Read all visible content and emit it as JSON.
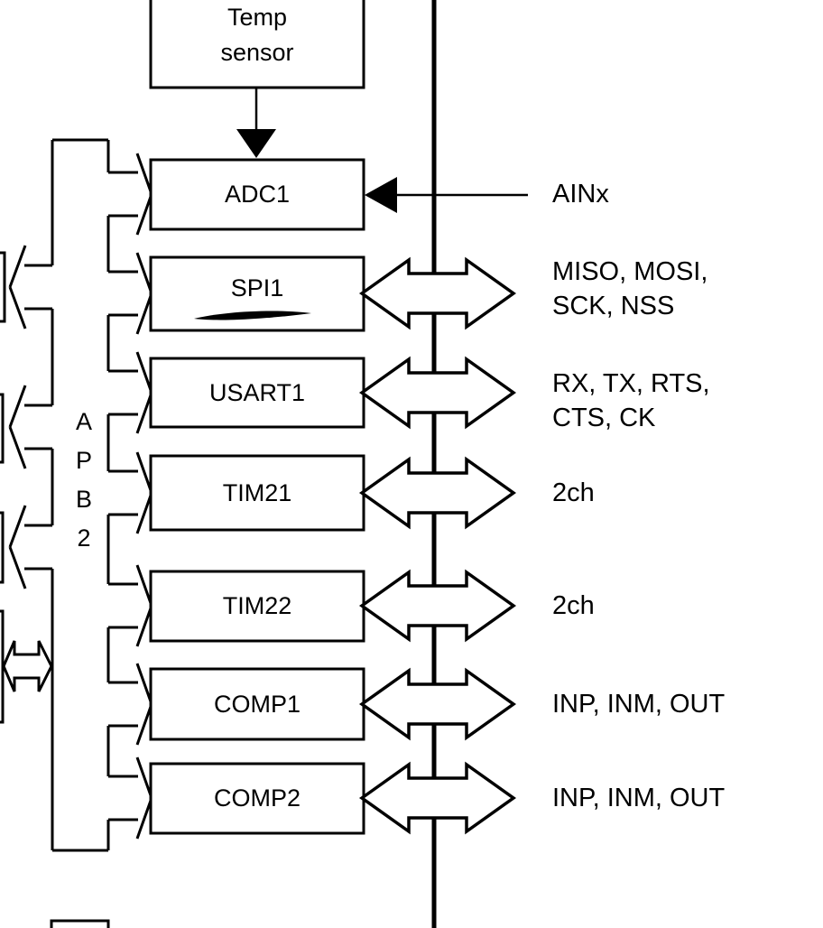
{
  "colors": {
    "line": "#000000",
    "background": "#ffffff"
  },
  "bus_left": {
    "label": "APB2"
  },
  "temp_sensor": {
    "line1": "Temp",
    "line2": "sensor"
  },
  "peripherals": [
    {
      "name": "ADC1",
      "connection": "input",
      "signals": [
        "AINx"
      ]
    },
    {
      "name": "SPI1",
      "connection": "bidirectional",
      "underlined": true,
      "signals": [
        "MISO, MOSI,",
        "SCK, NSS"
      ]
    },
    {
      "name": "USART1",
      "connection": "bidirectional",
      "signals": [
        "RX, TX, RTS,",
        "CTS, CK"
      ]
    },
    {
      "name": "TIM21",
      "connection": "bidirectional",
      "signals": [
        "2ch"
      ]
    },
    {
      "name": "TIM22",
      "connection": "bidirectional",
      "signals": [
        "2ch"
      ]
    },
    {
      "name": "COMP1",
      "connection": "bidirectional",
      "signals": [
        "INP, INM, OUT"
      ]
    },
    {
      "name": "COMP2",
      "connection": "bidirectional",
      "signals": [
        "INP, INM, OUT"
      ]
    }
  ],
  "icons": {
    "bidirectional_arrow": "fat double-headed horizontal arrow",
    "input_arrow": "thin left-pointing filled arrow",
    "temp_to_adc_arrow": "down-pointing filled arrow",
    "bus_branch_arrow": "open chevron branch from APB2 bus",
    "spi1_annotation": "hand-drawn marker underline"
  }
}
